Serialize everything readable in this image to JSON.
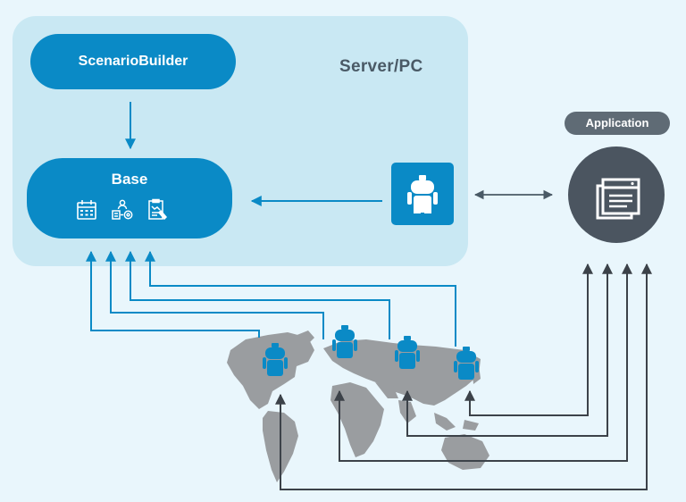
{
  "server": {
    "title": "Server/PC"
  },
  "scenario_builder": {
    "label": "ScenarioBuilder"
  },
  "base": {
    "label": "Base",
    "icons": [
      "calendar-icon",
      "workflow-icon",
      "report-icon"
    ]
  },
  "application": {
    "label": "Application",
    "icon": "window-stack-icon"
  },
  "agents": [
    "robot-icon",
    "robot-icon",
    "robot-icon",
    "robot-icon",
    "robot-icon"
  ],
  "colors": {
    "background": "#e9f6fc",
    "server_panel": "#c9e8f3",
    "accent_blue": "#0a8ac6",
    "map_gray": "#9a9da0",
    "app_gray": "#4b5560",
    "arrow_dark": "#3c4249"
  }
}
